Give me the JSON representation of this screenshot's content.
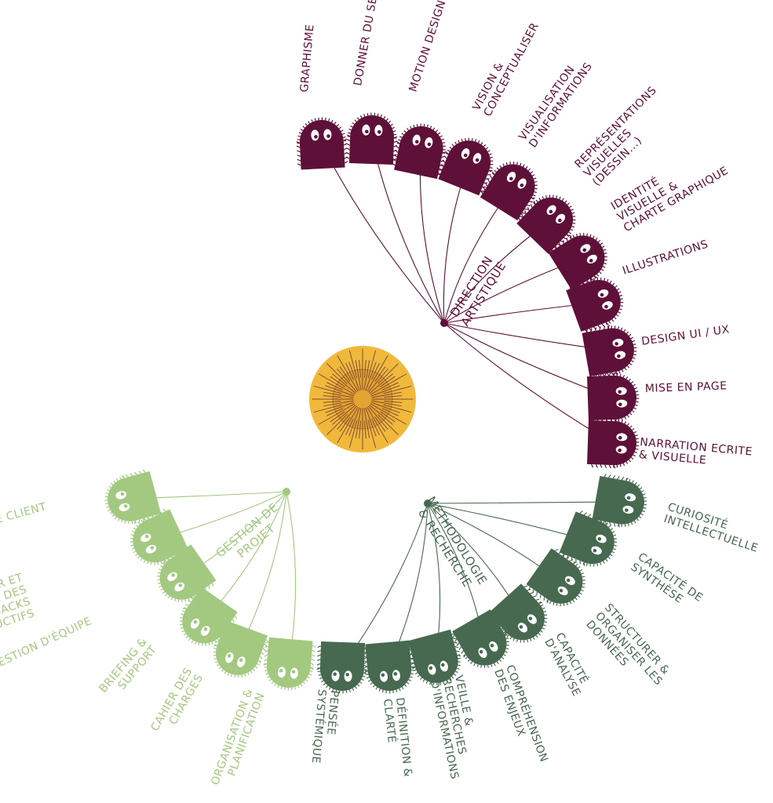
{
  "colors": {
    "purple": "#5e1038",
    "dark_green": "#46694f",
    "light_green": "#a3c87f",
    "sun_outer": "#f0b93c",
    "sun_inner": "#e3a430",
    "sun_lines": "#6e3a34",
    "eye_white": "#ffffff"
  },
  "center_icon": "sun-icon",
  "groups": [
    {
      "id": "direction",
      "hub_label": "DIRECTION ARTISTIQUE",
      "color": "purple",
      "skills": [
        {
          "label": "GRAPHISME"
        },
        {
          "label": "DONNER DU SENS"
        },
        {
          "label": "MOTION DESIGN"
        },
        {
          "label": "VISION & CONCEPTUALISER"
        },
        {
          "label": "VISUALISATION D'INFORMATIONS"
        },
        {
          "label": "REPRÉSENTATIONS VISUELLES (DESSIN...)"
        },
        {
          "label": "IDENTITÉ VISUELLE & CHARTE GRAPHIQUE"
        },
        {
          "label": "ILLUSTRATIONS"
        },
        {
          "label": "DESIGN UI / UX"
        },
        {
          "label": "MISE EN PAGE"
        },
        {
          "label": "NARRATION ECRITE & VISUELLE"
        }
      ]
    },
    {
      "id": "methodologie",
      "hub_label": "MÉTHODOLOGIE & RECHERCHE",
      "color": "dark_green",
      "skills": [
        {
          "label": "CURIOSITÉ INTELLECTUELLE"
        },
        {
          "label": "CAPACITÉ DE SYNTHÈSE"
        },
        {
          "label": "STRUCTURER & ORGANISER LES DONNÉES"
        },
        {
          "label": "CAPACITÉ D'ANALYSE"
        },
        {
          "label": "COMPRÉHENSION DES ENJEUX"
        },
        {
          "label": "VEILLE & RECHERCHES D'INFORMATIONS"
        },
        {
          "label": "DÉFINITION & CLARTÉ"
        },
        {
          "label": "PENSÉE SYSTÉMIQUE"
        }
      ]
    },
    {
      "id": "gestion",
      "hub_label": "GESTION DE PROJET",
      "color": "light_green",
      "skills": [
        {
          "label": "ORGANISATION & PLANIFICATION"
        },
        {
          "label": "CAHIER DES CHARGES"
        },
        {
          "label": "BRIEFING & SUPPORT"
        },
        {
          "label": "GESTION D'ÉQUIPE"
        },
        {
          "label": "RECEVOIR ET DONNER DES FEEDBACKS CONSTRUCTIFS"
        },
        {
          "label": "INTERFACE CLIENT"
        }
      ]
    }
  ]
}
